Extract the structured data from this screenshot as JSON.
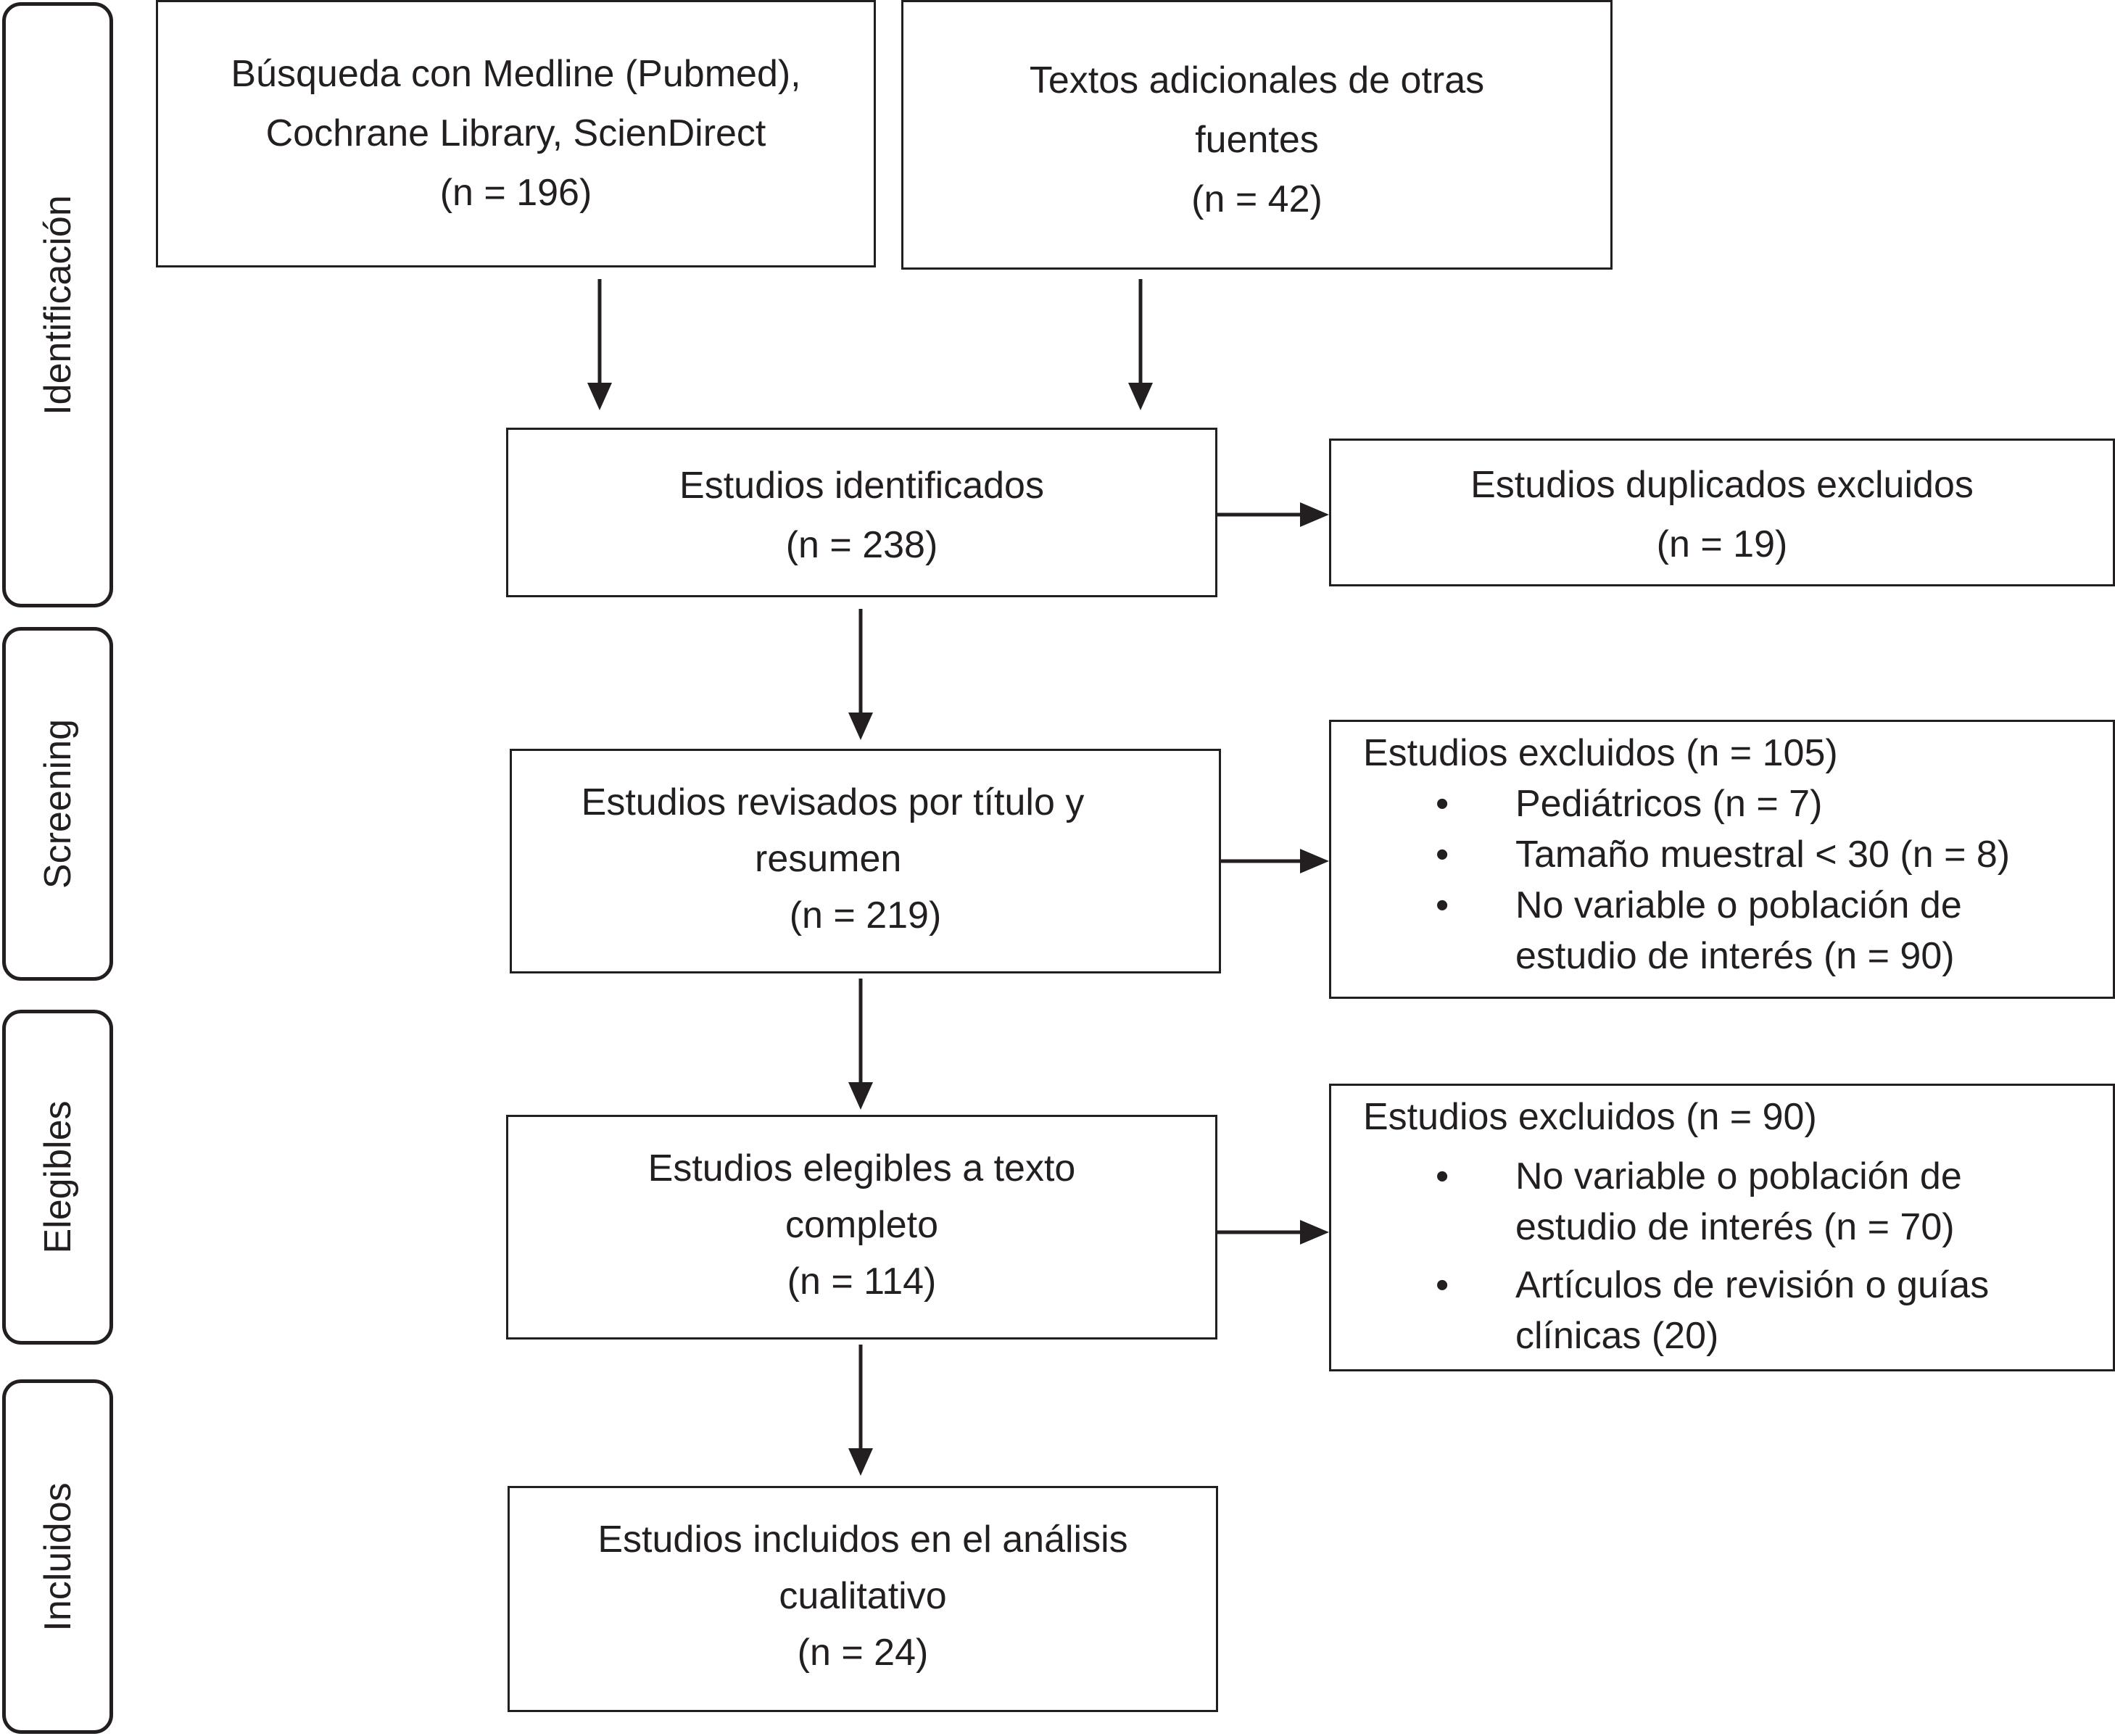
{
  "phases": [
    {
      "id": "identificacion",
      "label": "Identificación"
    },
    {
      "id": "screening",
      "label": "Screening"
    },
    {
      "id": "elegibles",
      "label": "Elegibles"
    },
    {
      "id": "incluidos",
      "label": "Incluidos"
    }
  ],
  "boxes": {
    "database_search": {
      "lines": [
        "Búsqueda con Medline (Pubmed),",
        "Cochrane Library, ScienDirect",
        "(n = 196)"
      ]
    },
    "other_sources": {
      "lines": [
        "Textos adicionales de otras",
        "fuentes",
        "(n = 42)"
      ]
    },
    "identified": {
      "lines": [
        "Estudios identificados",
        "(n = 238)"
      ]
    },
    "duplicates": {
      "lines": [
        "Estudios duplicados excluidos",
        "(n = 19)"
      ]
    },
    "screened": {
      "lines": [
        "Estudios revisados por título y",
        "resumen",
        "(n = 219)"
      ]
    },
    "eligible": {
      "lines": [
        "Estudios elegibles a texto",
        "completo",
        "(n = 114)"
      ]
    },
    "included": {
      "lines": [
        "Estudios incluidos en el análisis",
        "cualitativo",
        "(n = 24)"
      ]
    }
  },
  "exclusions": {
    "screening": {
      "heading": "Estudios excluidos (n = 105)",
      "bullet": "•",
      "items": [
        [
          "Pediátricos (n = 7)"
        ],
        [
          "Tamaño muestral < 30 (n = 8)"
        ],
        [
          "No variable o población de",
          "estudio de interés (n = 90)"
        ]
      ]
    },
    "eligibility": {
      "heading": "Estudios excluidos (n = 90)",
      "bullet": "•",
      "items": [
        [
          "No variable o población de",
          "estudio de interés (n = 70)"
        ],
        [
          "Artículos de revisión o guías",
          "clínicas (20)"
        ]
      ]
    }
  }
}
